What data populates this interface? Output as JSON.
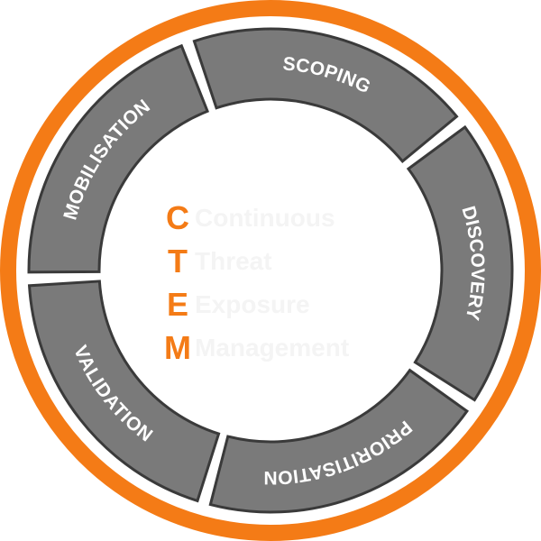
{
  "title_letters": [
    "C",
    "T",
    "E",
    "M"
  ],
  "title_words": [
    "Continuous",
    "Threat",
    "Exposure",
    "Management"
  ],
  "stages": [
    {
      "label": "SCOPING"
    },
    {
      "label": "DISCOVERY"
    },
    {
      "label": "PRIORITISATION"
    },
    {
      "label": "VALIDATION"
    },
    {
      "label": "MOBILISATION"
    }
  ],
  "colors": {
    "ring": "#f47b16",
    "segment": "#7a7a7a",
    "segment_border": "#3a3a3a",
    "accent": "#f47b16"
  }
}
